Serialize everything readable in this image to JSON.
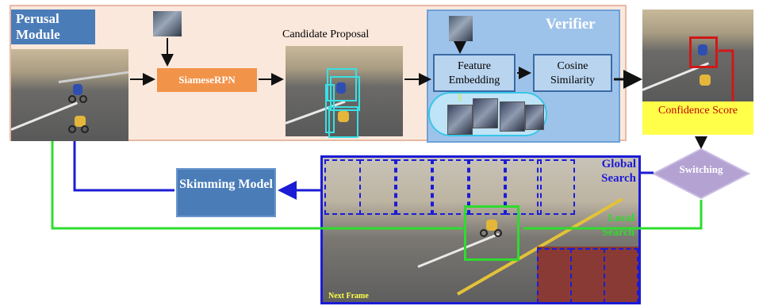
{
  "perusal": {
    "label": "Perusal Module"
  },
  "siamese": {
    "label": "SiameseRPN"
  },
  "candidate": {
    "label": "Candidate Proposal"
  },
  "verifier": {
    "title": "Verifier",
    "feature_embedding": "Feature Embedding",
    "cosine_similarity": "Cosine Similarity"
  },
  "confidence": {
    "label": "Confidence Score"
  },
  "switching": {
    "label": "Switching"
  },
  "skimming": {
    "label": "Skimming Model"
  },
  "search": {
    "global": "Global Search",
    "local": "Local Search"
  },
  "frame": {
    "label": "Next Frame"
  },
  "colors": {
    "perusal_bg": "#fbe8dc",
    "verifier_bg": "#9ec3ea",
    "module_blue": "#4a7cb8",
    "siamese_orange": "#f2934a",
    "confidence_yellow": "#ffff4a",
    "confidence_red": "#c00000",
    "switch_purple": "#b4a2d2",
    "global_blue": "#1b1bd6",
    "local_green": "#2edc2e",
    "proposal_cyan": "#38e0e6"
  }
}
